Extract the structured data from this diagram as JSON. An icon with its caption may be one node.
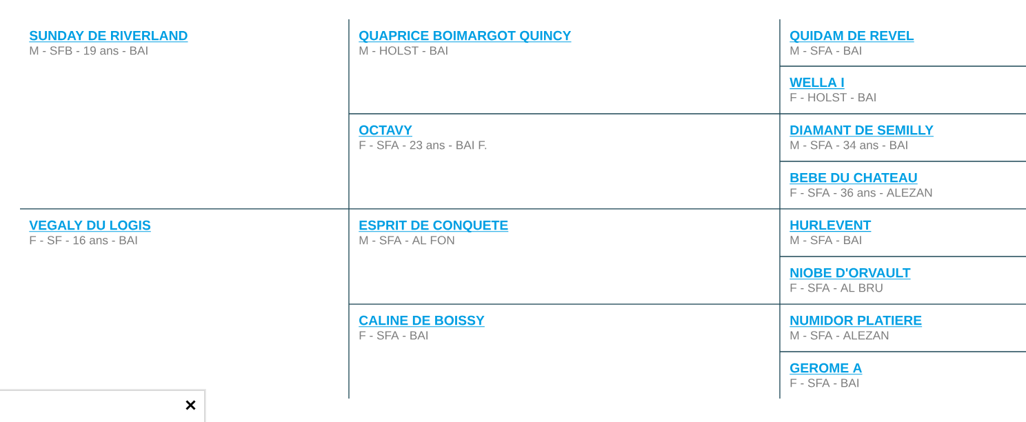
{
  "diagram": {
    "nodes": [
      {
        "text": [
          "SUNDAY DE RIVERLAND",
          "M - SFB - 19 ans - BAI"
        ]
      },
      {
        "text": [
          "QUAPRICE BOIMARGOT QUINCY",
          "M - HOLST - BAI"
        ]
      },
      {
        "text": [
          "QUIDAM DE REVEL",
          "M - SFA - BAI"
        ]
      },
      {
        "text": [
          "WELLA I",
          "F - HOLST - BAI"
        ]
      },
      {
        "text": [
          "OCTAVY",
          "F - SFA - 23 ans - BAI F."
        ]
      },
      {
        "text": [
          "DIAMANT DE SEMILLY",
          "M - SFA - 34 ans - BAI"
        ]
      },
      {
        "text": [
          "BEBE DU CHATEAU",
          "F - SFA - 36 ans - ALEZAN"
        ]
      },
      {
        "text": [
          "VEGALY DU LOGIS",
          "F - SF - 16 ans - BAI"
        ]
      },
      {
        "text": [
          "ESPRIT DE CONQUETE",
          "M - SFA - AL FON"
        ]
      },
      {
        "text": [
          "HURLEVENT",
          "M - SFA - BAI"
        ]
      },
      {
        "text": [
          "NIOBE D'ORVAULT",
          "F - SFA - AL BRU"
        ]
      },
      {
        "text": [
          "CALINE DE BOISSY",
          "F - SFA - BAI"
        ]
      },
      {
        "text": [
          "NUMIDOR PLATIERE",
          "M - SFA - ALEZAN"
        ]
      },
      {
        "text": [
          "GEROME A",
          "F - SFA - BAI"
        ]
      }
    ]
  }
}
